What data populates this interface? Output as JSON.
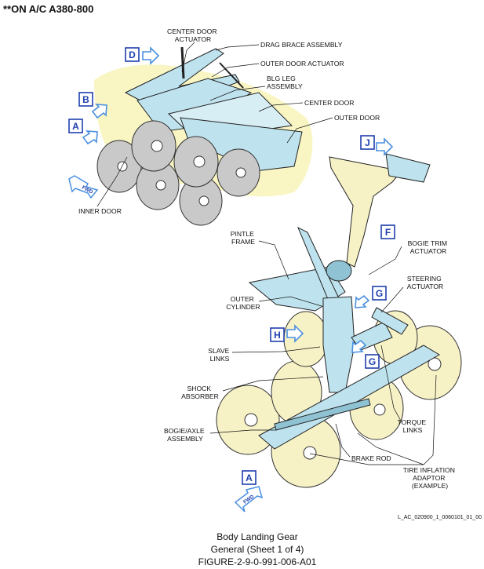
{
  "header": {
    "title": "**ON A/C A380-800"
  },
  "labels": {
    "center_door_actuator": [
      "CENTER DOOR",
      "ACTUATOR"
    ],
    "drag_brace_assembly": "DRAG BRACE ASSEMBLY",
    "outer_door_actuator": "OUTER DOOR ACTUATOR",
    "blg_leg_assembly": [
      "BLG LEG",
      "ASSEMBLY"
    ],
    "center_door": "CENTER DOOR",
    "outer_door": "OUTER DOOR",
    "inner_door": "INNER DOOR",
    "pintle_frame": [
      "PINTLE",
      "FRAME"
    ],
    "outer_cylinder": [
      "OUTER",
      "CYLINDER"
    ],
    "slave_links": [
      "SLAVE",
      "LINKS"
    ],
    "shock_absorber": [
      "SHOCK",
      "ABSORBER"
    ],
    "bogie_axle_assembly": [
      "BOGIE/AXLE",
      "ASSEMBLY"
    ],
    "bogie_trim_actuator": [
      "BOGIE TRIM",
      "ACTUATOR"
    ],
    "steering_actuator": [
      "STEERING",
      "ACTUATOR"
    ],
    "torque_links": [
      "TORQUE",
      "LINKS"
    ],
    "brake_rod": "BRAKE ROD",
    "tire_inflation_adaptor": [
      "TIRE INFLATION",
      "ADAPTOR",
      "(EXAMPLE)"
    ]
  },
  "view_tags": {
    "a_top": "A",
    "b": "B",
    "d": "D",
    "j": "J",
    "f": "F",
    "g_upper": "G",
    "h": "H",
    "g_lower": "G",
    "a_bottom": "A"
  },
  "fwd_labels": {
    "top": "FWD",
    "bottom": "FWD"
  },
  "drawing_code": "L_AC_020900_1_0060101_01_00",
  "caption": {
    "line1": "Body Landing Gear",
    "line2": "General (Sheet 1 of 4)",
    "line3": "FIGURE-2-9-0-991-006-A01"
  },
  "colors": {
    "metal": "#bfe3ee",
    "metal_dark": "#8fc3d4",
    "tire": "#f7f2c6",
    "tire_gray": "#c9c9c9",
    "zone": "#f9f6c4",
    "tag_blue": "#1f3fae",
    "arrow_blue": "#4a8fe0"
  }
}
